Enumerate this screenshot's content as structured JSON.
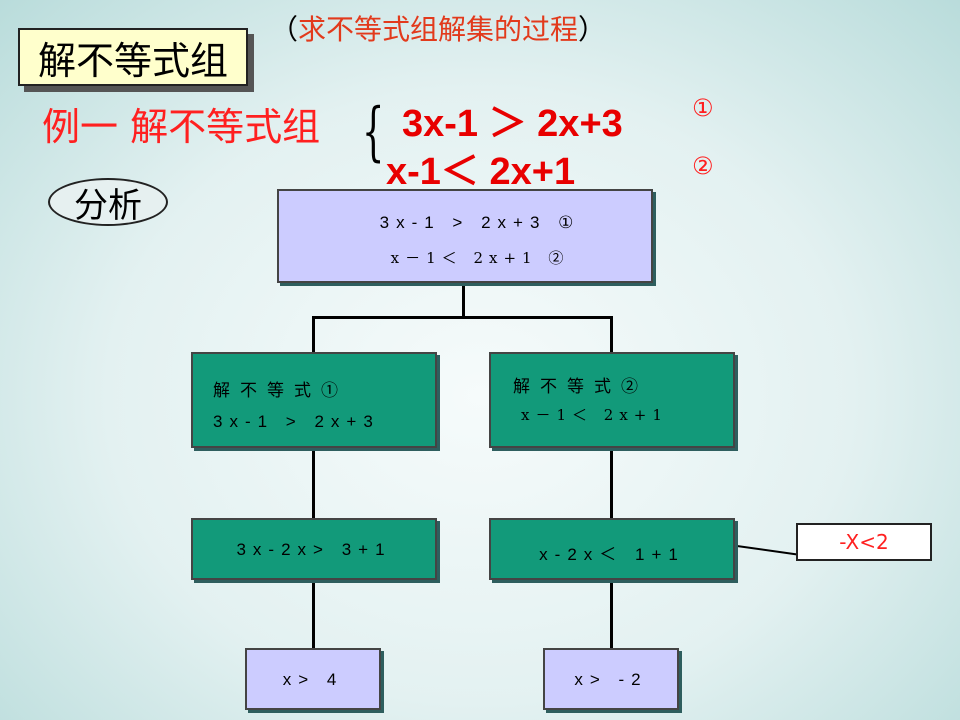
{
  "header": {
    "title": "解不等式组",
    "subtitle": "求不等式组解集的过程",
    "paren_open": "（",
    "paren_close": "）"
  },
  "example": {
    "label": "例一 解不等式组",
    "brace": "{",
    "inequality_1": "3x-1 ＞ 2x+3",
    "inequality_2": "x-1＜ 2x+1",
    "mark_1": "①",
    "mark_2": "②"
  },
  "analysis_label": "分析",
  "flowchart": {
    "top": {
      "line1": "3x-1 > 2x+3 ①",
      "line2": "x－1＜ 2x+1  ②"
    },
    "left": {
      "step1_line1": "解不等式①",
      "step1_line2": "3x-1 > 2x+3",
      "step2": "3x-2x> 3+1",
      "result": "x> 4"
    },
    "right": {
      "step1_line1": "解不等式②",
      "step1_line2": "x－1＜ 2x+1",
      "step2": "x-2x＜ 1+1",
      "result": "x> -2"
    },
    "note": "-X<2"
  },
  "colors": {
    "red": "#ff2020",
    "green_box": "#129a7a",
    "blue_box": "#ccccff",
    "title_bg": "#ffffcc"
  }
}
